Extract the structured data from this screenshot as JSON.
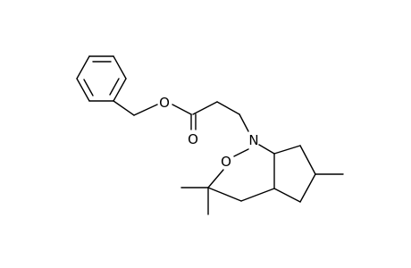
{
  "diagram": {
    "type": "chemical-structure",
    "atoms": {
      "ester_oxygen": "O",
      "carbonyl_oxygen": "O",
      "ring_nitrogen": "N",
      "ring_oxygen": "O"
    },
    "colors": {
      "bond": "#000000",
      "label": "#000000",
      "background": "#ffffff"
    }
  }
}
